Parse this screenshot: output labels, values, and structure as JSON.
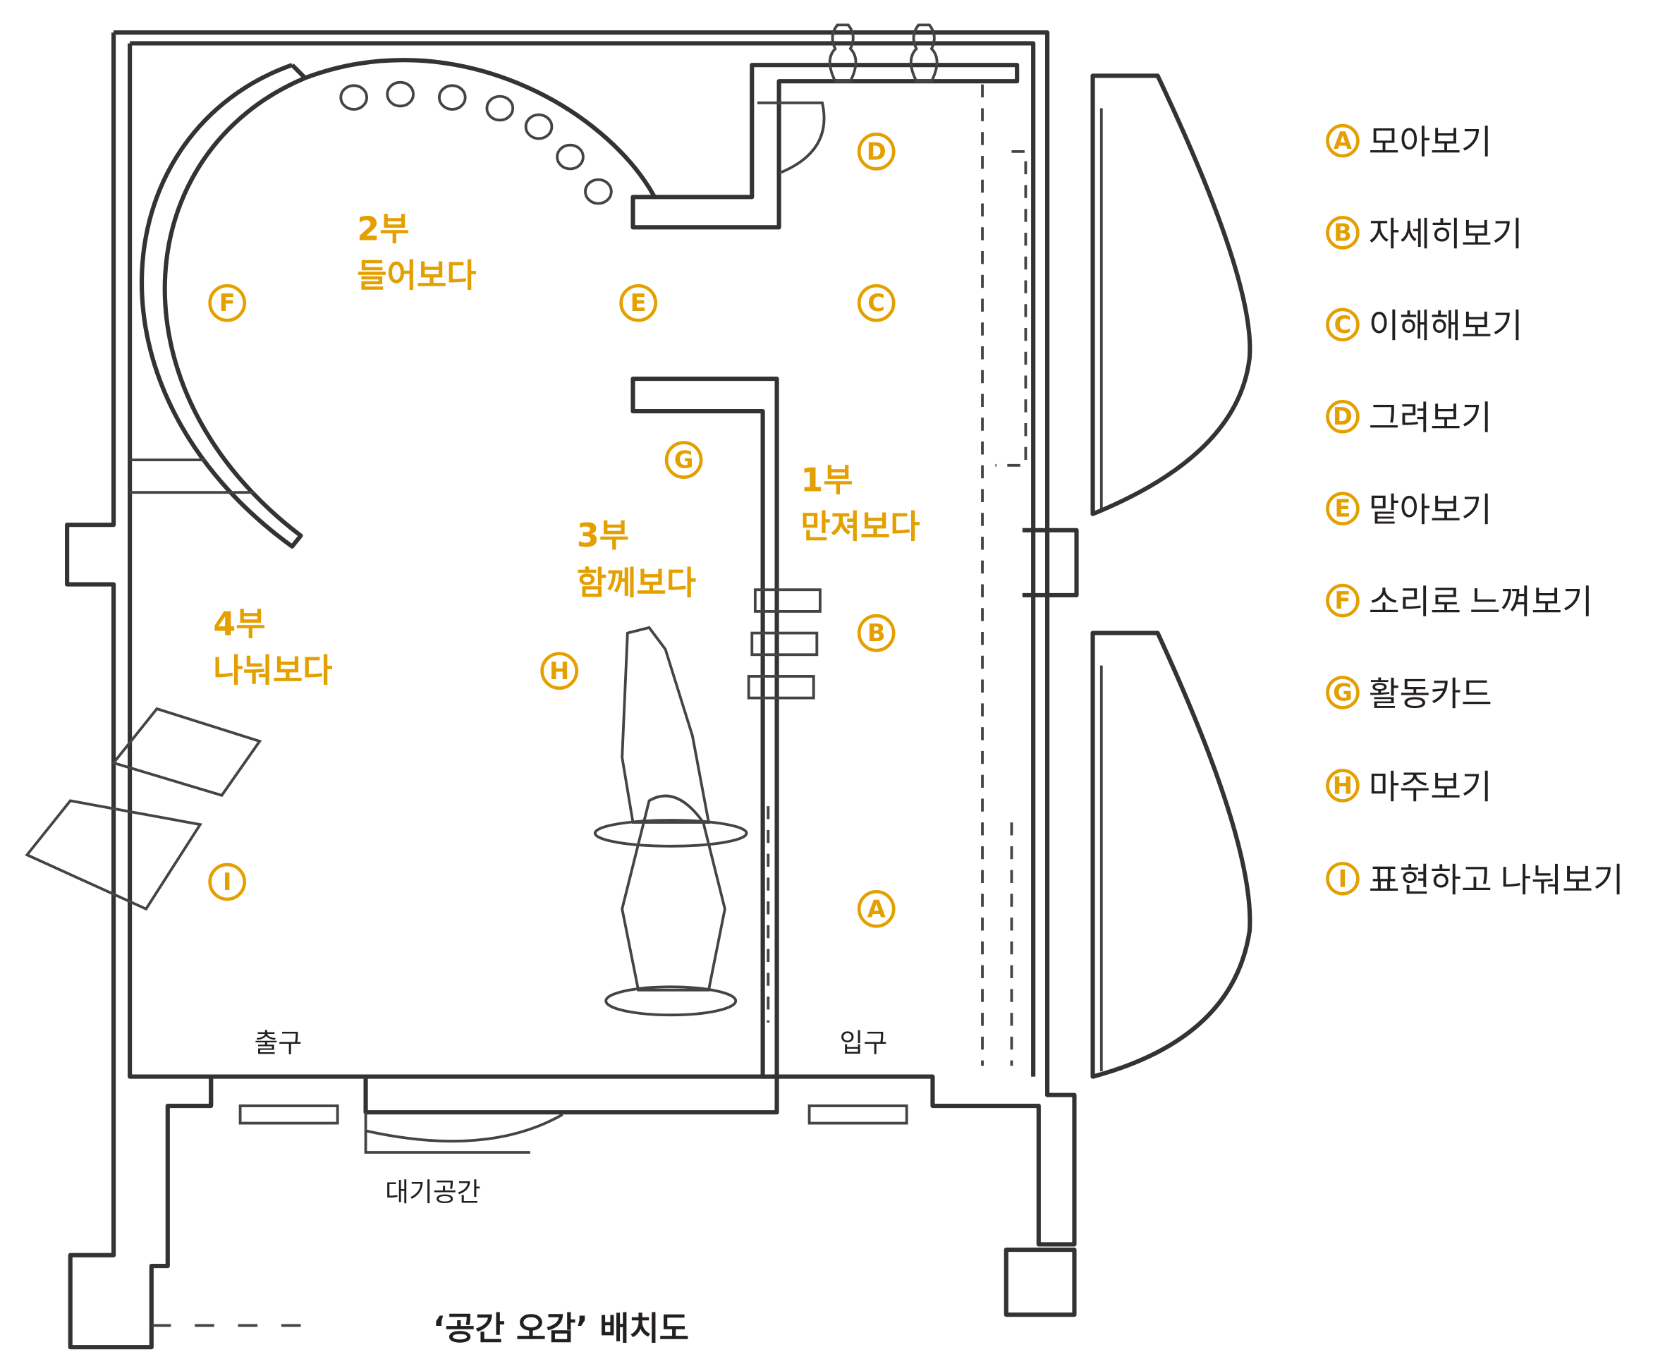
{
  "title": "‘공간 오감’ 배치도",
  "sections": [
    {
      "num": "1부",
      "name": "만져보다"
    },
    {
      "num": "2부",
      "name": "들어보다"
    },
    {
      "num": "3부",
      "name": "함께보다"
    },
    {
      "num": "4부",
      "name": "나눠보다"
    }
  ],
  "places": {
    "exit": "출구",
    "entrance": "입구",
    "waiting": "대기공간"
  },
  "markers": [
    "A",
    "B",
    "C",
    "D",
    "E",
    "F",
    "G",
    "H",
    "I"
  ],
  "legend": [
    {
      "key": "A",
      "label": "모아보기"
    },
    {
      "key": "B",
      "label": "자세히보기"
    },
    {
      "key": "C",
      "label": "이해해보기"
    },
    {
      "key": "D",
      "label": "그려보기"
    },
    {
      "key": "E",
      "label": "맡아보기"
    },
    {
      "key": "F",
      "label": "소리로 느껴보기"
    },
    {
      "key": "G",
      "label": "활동카드"
    },
    {
      "key": "H",
      "label": "마주보기"
    },
    {
      "key": "I",
      "label": "표현하고 나눠보기"
    }
  ],
  "colors": {
    "accent": "#E3A000",
    "line": "#333333"
  }
}
